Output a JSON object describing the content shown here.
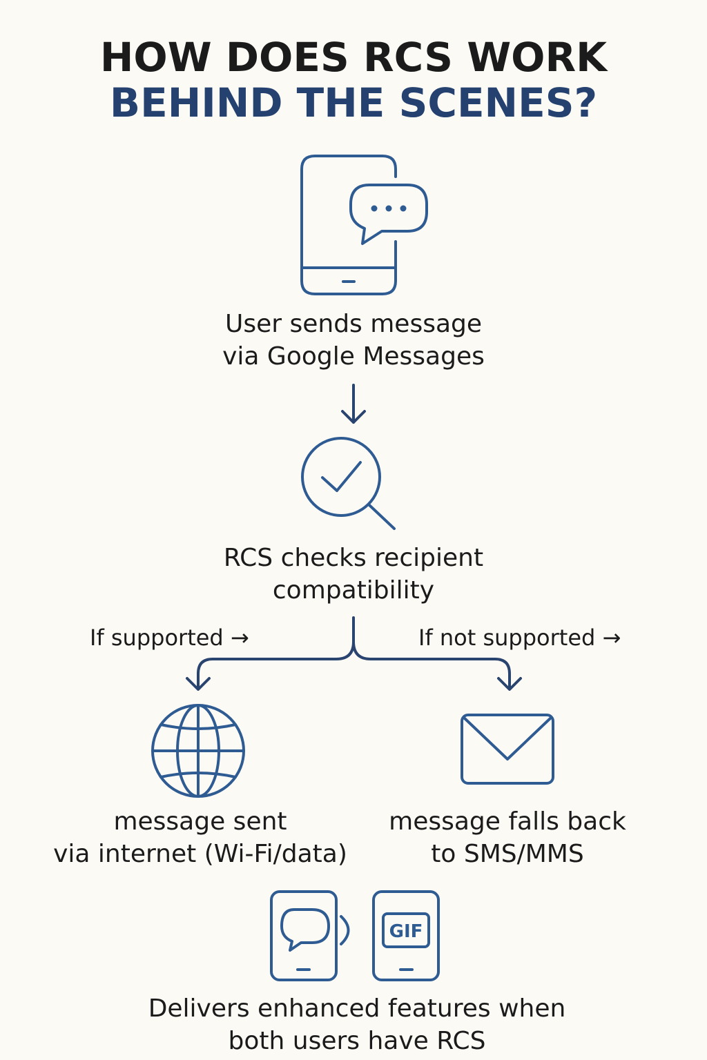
{
  "title": {
    "line1": "HOW DOES RCS WORK",
    "line2": "BEHIND THE SCENES?"
  },
  "steps": {
    "send": {
      "icon": "phone-chat-icon",
      "line1": "User sends message",
      "line2": "via Google Messages"
    },
    "check": {
      "icon": "magnifier-check-icon",
      "line1": "RCS checks recipient",
      "line2": "compatibility"
    },
    "internet": {
      "icon": "globe-icon",
      "line1": "message sent",
      "line2": "via internet (Wi-Fi/data)"
    },
    "fallback": {
      "icon": "envelope-icon",
      "line1": "message falls back",
      "line2": "to SMS/MMS"
    },
    "deliver": {
      "icon": "two-phones-chat-gif-icon",
      "gif_label": "GIF",
      "line1": "Delivers enhanced features when",
      "line2": "both users have RCS"
    }
  },
  "branches": {
    "supported": "If supported →",
    "not_supported": "If not supported →"
  },
  "colors": {
    "background": "#fcfaf4",
    "title_primary": "#1b1b1b",
    "title_accent": "#25416f",
    "icon_stroke": "#2f5b93",
    "connector": "#2a4470"
  }
}
